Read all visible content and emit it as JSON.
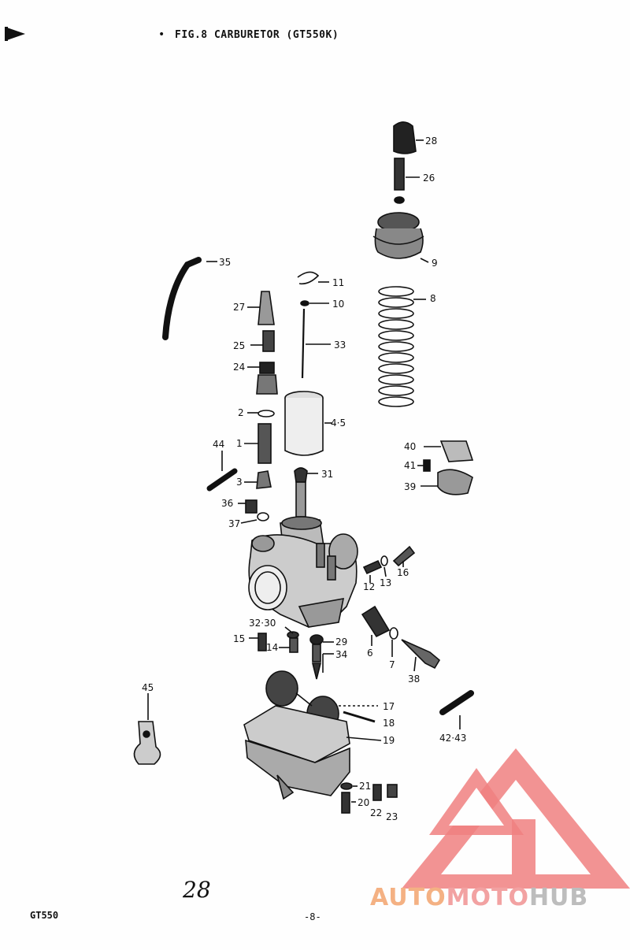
{
  "title": "FIG.8  CARBURETOR (GT550K)",
  "footer": {
    "model": "GT550",
    "page": "-8-",
    "handwritten_note": "28"
  },
  "watermark": {
    "part1": "AUTO",
    "part2": "MOTO",
    "part3": "HUB",
    "colors": {
      "auto": "#f4b183",
      "moto": "#f2a2a2",
      "hub": "#bdbdbd",
      "logo": "#f08080"
    }
  },
  "callouts": {
    "c28": "28",
    "c26": "26",
    "c9": "9",
    "c8": "8",
    "c35": "35",
    "c11": "11",
    "c10": "10",
    "c27": "27",
    "c25": "25",
    "c33": "33",
    "c24": "24",
    "c2": "2",
    "c45_top": "4·5",
    "c1": "1",
    "c44": "44",
    "c3": "3",
    "c31": "31",
    "c40": "40",
    "c41": "41",
    "c39": "39",
    "c36": "36",
    "c37": "37",
    "c12": "12",
    "c13": "13",
    "c16": "16",
    "c32_30": "32·30",
    "c15": "15",
    "c14": "14",
    "c29": "29",
    "c34": "34",
    "c6": "6",
    "c7": "7",
    "c38": "38",
    "c45": "45",
    "c17": "17",
    "c18": "18",
    "c19": "19",
    "c42_43": "42·43",
    "c21": "21",
    "c20": "20",
    "c22": "22",
    "c23": "23"
  }
}
